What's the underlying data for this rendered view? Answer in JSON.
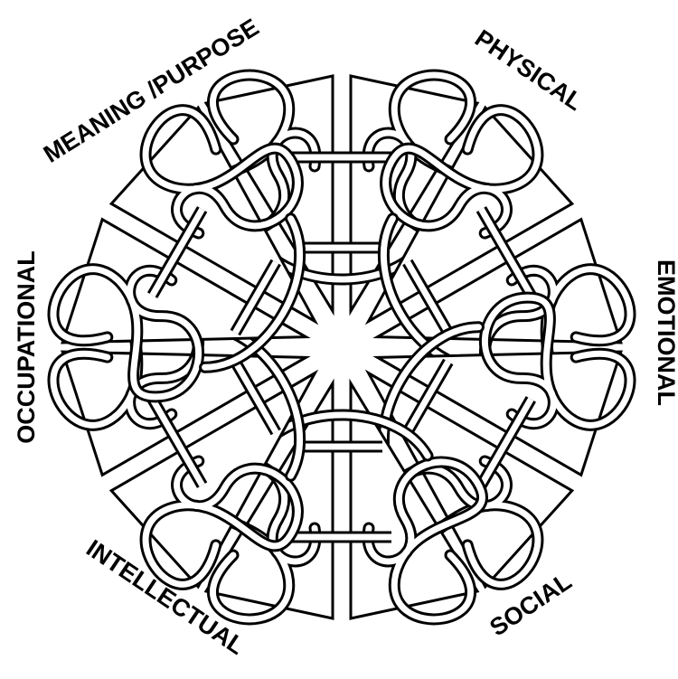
{
  "diagram": {
    "dimensions": [
      {
        "id": "physical",
        "label": "PHYSICAL"
      },
      {
        "id": "emotional",
        "label": "EMOTIONAL"
      },
      {
        "id": "social",
        "label": "SOCIAL"
      },
      {
        "id": "intellectual",
        "label": "INTELLECTUAL"
      },
      {
        "id": "occupational",
        "label": "OCCUPATIONAL"
      },
      {
        "id": "meaning",
        "label": "MEANING /PURPOSE"
      }
    ],
    "colors": {
      "line": "#000000",
      "fill": "#ffffff"
    }
  }
}
